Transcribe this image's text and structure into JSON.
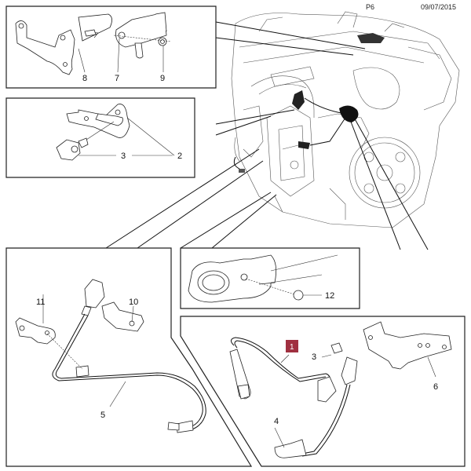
{
  "header": {
    "page_code": "P6",
    "date": "09/07/2015"
  },
  "diagram": {
    "title": "Exhaust gas sensors and harness exploded view",
    "highlight_color": "#a03040",
    "callouts": {
      "c1": "1",
      "c2": "2",
      "c3_box2": "3",
      "c3_box5": "3",
      "c4": "4",
      "c5": "5",
      "c6": "6",
      "c7": "7",
      "c8": "8",
      "c9": "9",
      "c10": "10",
      "c11": "11",
      "c12": "12"
    },
    "panels": [
      {
        "id": "panel-top-left",
        "parts": [
          "8",
          "7",
          "9"
        ]
      },
      {
        "id": "panel-mid-left",
        "parts": [
          "3",
          "2"
        ]
      },
      {
        "id": "panel-bottom-left",
        "parts": [
          "11",
          "10",
          "5"
        ]
      },
      {
        "id": "panel-center",
        "parts": [
          "12"
        ]
      },
      {
        "id": "panel-bottom-right",
        "parts": [
          "1",
          "3",
          "6",
          "4"
        ]
      }
    ],
    "highlighted_part": "1"
  }
}
